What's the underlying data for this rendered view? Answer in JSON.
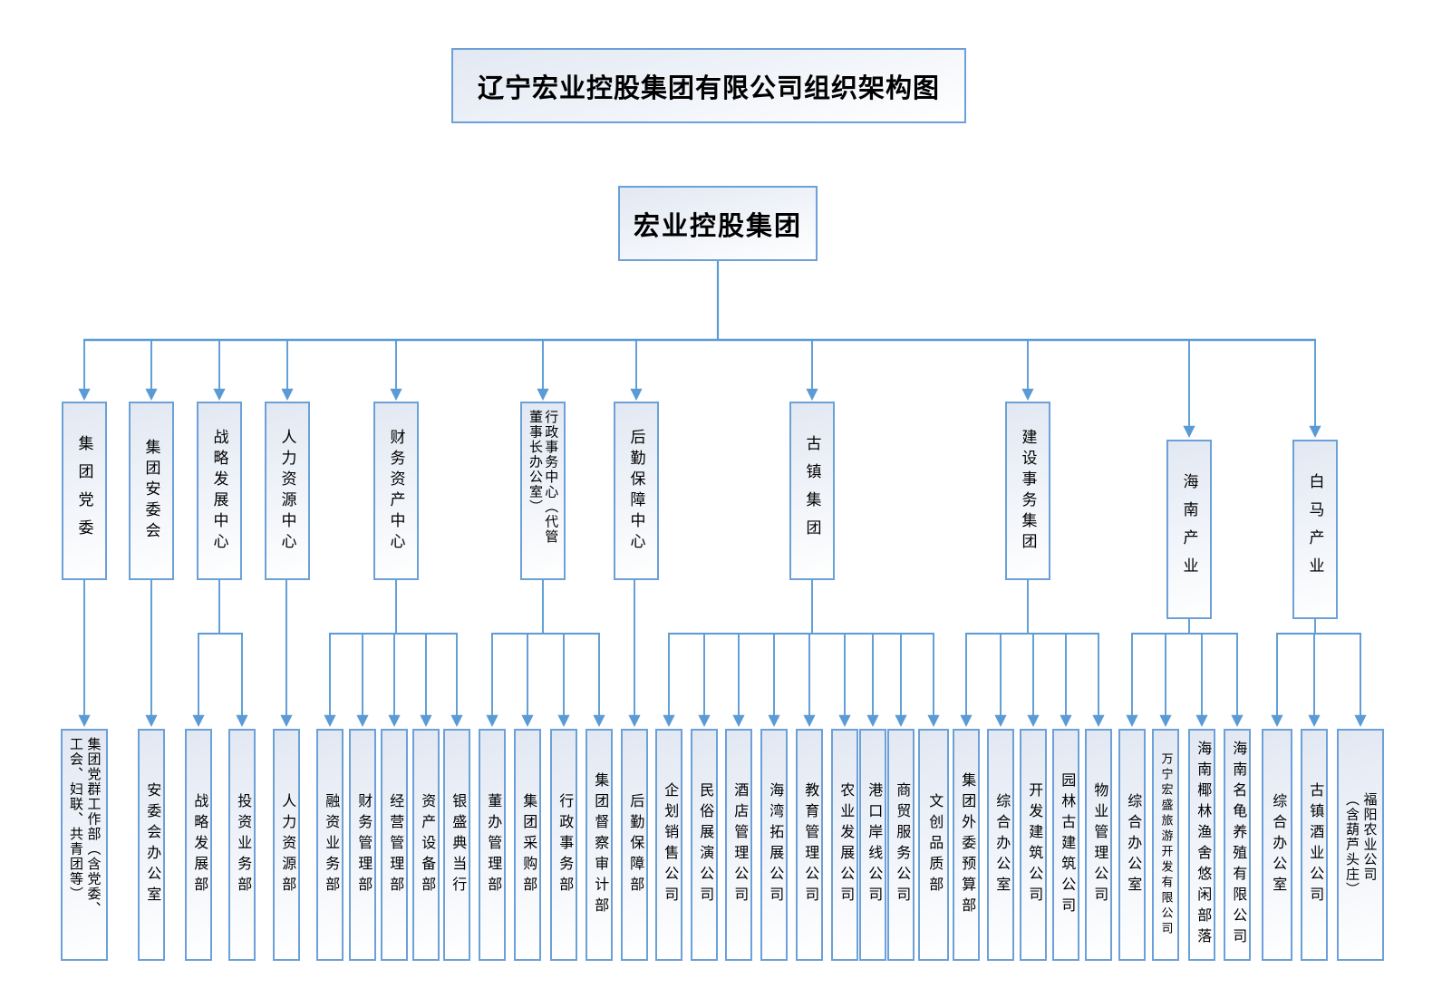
{
  "title": "辽宁宏业控股集团有限公司组织架构图",
  "root_label": "宏业控股集团",
  "colors": {
    "line": "#5b9bd5",
    "arrowhead": "#5b9bd5",
    "node_border": "#6ca0d8",
    "node_fill_top": "#e2e8f2",
    "node_fill_bottom": "#ffffff",
    "text": "#000000"
  },
  "groups": [
    {
      "label": "集团党委",
      "children": [
        "集团党群工作部（含党委、\n工会、妇联、共青团等）"
      ]
    },
    {
      "label": "集团安委会",
      "children": [
        "安委会办公室"
      ]
    },
    {
      "label": "战略发展中心",
      "children": [
        "战略发展部",
        "投资业务部"
      ]
    },
    {
      "label": "人力资源中心",
      "children": [
        "人力资源部"
      ]
    },
    {
      "label": "财务资产中心",
      "children": [
        "融资业务部",
        "财务管理部",
        "经营管理部",
        "资产设备部",
        "银盛典当行"
      ]
    },
    {
      "label": "行政事务中心（代管\n董事长办公室）",
      "children": [
        "董办管理部",
        "集团采购部",
        "行政事务部",
        "集团督察审计部"
      ]
    },
    {
      "label": "后勤保障中心",
      "children": [
        "后勤保障部"
      ]
    },
    {
      "label": "古镇集团",
      "children": [
        "企划销售公司",
        "民俗展演公司",
        "酒店管理公司",
        "海湾拓展公司",
        "教育管理公司",
        "农业发展公司",
        "港口岸线公司",
        "商贸服务公司",
        "文创品质部"
      ]
    },
    {
      "label": "建设事务集团",
      "children": [
        "集团外委预算部",
        "综合办公室",
        "开发建筑公司",
        "园林古建筑公司",
        "物业管理公司"
      ]
    },
    {
      "label": "海南产业",
      "children": [
        "综合办公室",
        "万宁宏盛旅游开发有限公司",
        "海南椰林渔舍悠闲部落",
        "海南名龟养殖有限公司"
      ]
    },
    {
      "label": "白马产业",
      "children": [
        "综合办公室",
        "古镇酒业公司",
        "福阳农业公司\n（含葫芦头庄）"
      ]
    }
  ]
}
